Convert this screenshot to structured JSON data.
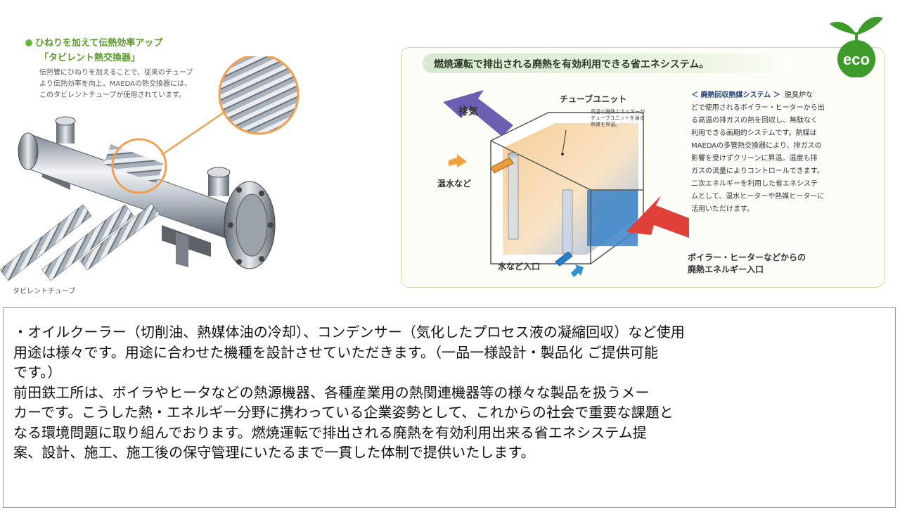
{
  "heat_exchanger": {
    "title": "ひねりを加えて伝熱効率アップ",
    "subtitle": "「タビレント熱交換器」",
    "description_lines": [
      "伝熱管にひねりを加えることで、従来のチューブ",
      "より伝熱効率を向上。MAEDAの熱交換器には、",
      "このタビレントチューブが使用されています。"
    ],
    "tube_caption": "タビレントチューブ"
  },
  "eco_system": {
    "banner": "燃焼運転で排出される廃熱を有効利用できる省エネシステム。",
    "badge": "eco",
    "labels": {
      "exhaust": "排気",
      "hot_water": "温水など",
      "tube_unit": "チューブユニット",
      "water_inlet": "水など入口",
      "inlet_line1": "ボイラー・ヒーターなどからの",
      "inlet_line2": "廃熱エネルギー入口"
    },
    "tube_note_lines": [
      "高温の廃熱エネルギーが",
      "チューブユニットを通る",
      "熱媒を昇温。"
    ],
    "system_title": "＜ 廃熱回収熱媒システム ＞",
    "system_lines": [
      "脱臭炉な",
      "どで使用されるボイラー・ヒーターから出",
      "る高温の排ガスの熱を回収し、無駄なく",
      "利用できる画期的システムです。熱媒は",
      "MAEDAの多管熱交換器により、排ガスの",
      "影響を受けずクリーンに昇温。温度も排",
      "ガスの流量によりコントロールできます。",
      "二次エネルギーを利用した省エネシステ",
      "ムとして、温水ヒーターや熱媒ヒーターに",
      "活用いただけます。"
    ]
  },
  "body_text": {
    "lines": [
      "・オイルクーラー（切削油、熱媒体油の冷却）、コンデンサー（気化したプロセス液の凝縮回収）など使用",
      "用途は様々です。用途に合わせた機種を設計させていただきます。（一品一様設計・製品化 ご提供可能",
      "です。）",
      "前田鉄工所は、ボイラやヒータなどの熱源機器、各種産業用の熱関連機器等の様々な製品を扱うメー",
      "カーです。こうした熱・エネルギー分野に携わっている企業姿勢として、これからの社会で重要な課題と",
      "なる環境問題に取り組んでおります。燃焼運転で排出される廃熱を有効利用出来る省エネシステム提",
      "案、設計、施工、施工後の保守管理にいたるまで一貫した体制で提供いたします。"
    ]
  },
  "colors": {
    "green_accent": "#5a9a2a",
    "exhaust_arrow": "#6a5fb0",
    "inlet_arrow": "#e0403a",
    "hot_water_arrow": "#f0a040",
    "water_arrow": "#2f8fd0"
  }
}
